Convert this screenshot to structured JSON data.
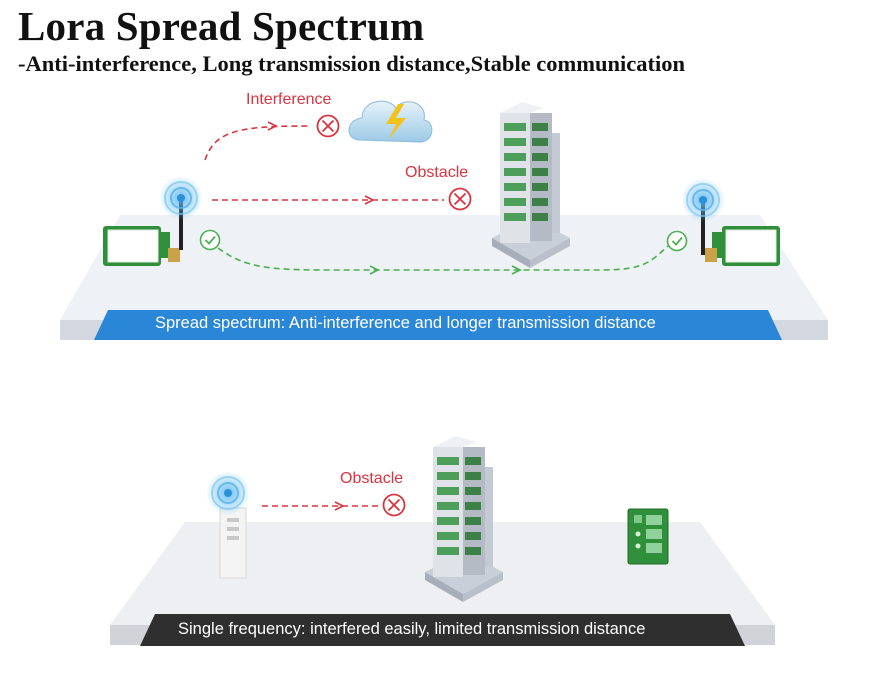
{
  "title": "Lora Spread Spectrum",
  "subtitle": "-Anti-interference, Long transmission distance,Stable communication",
  "top_panel": {
    "interference_label": "Interference",
    "obstacle_label": "Obstacle",
    "banner": "Spread spectrum: Anti-interference and longer transmission distance",
    "banner_color": "#2a86d6"
  },
  "bottom_panel": {
    "obstacle_label": "Obstacle",
    "banner": "Single frequency: interfered easily, limited transmission distance",
    "banner_color": "#2f2f2f"
  },
  "colors": {
    "danger": "#d9343f",
    "success": "#4caf50",
    "platform": "#eef1f6",
    "platform_edge": "#d3d8e0",
    "module_green": "#2f8f3a"
  },
  "icons": [
    "cloud-lightning-icon",
    "building-icon",
    "blocked-x-icon",
    "check-circle-icon",
    "signal-waves-icon",
    "lora-module-icon",
    "single-freq-device-icon",
    "circuit-board-icon"
  ]
}
